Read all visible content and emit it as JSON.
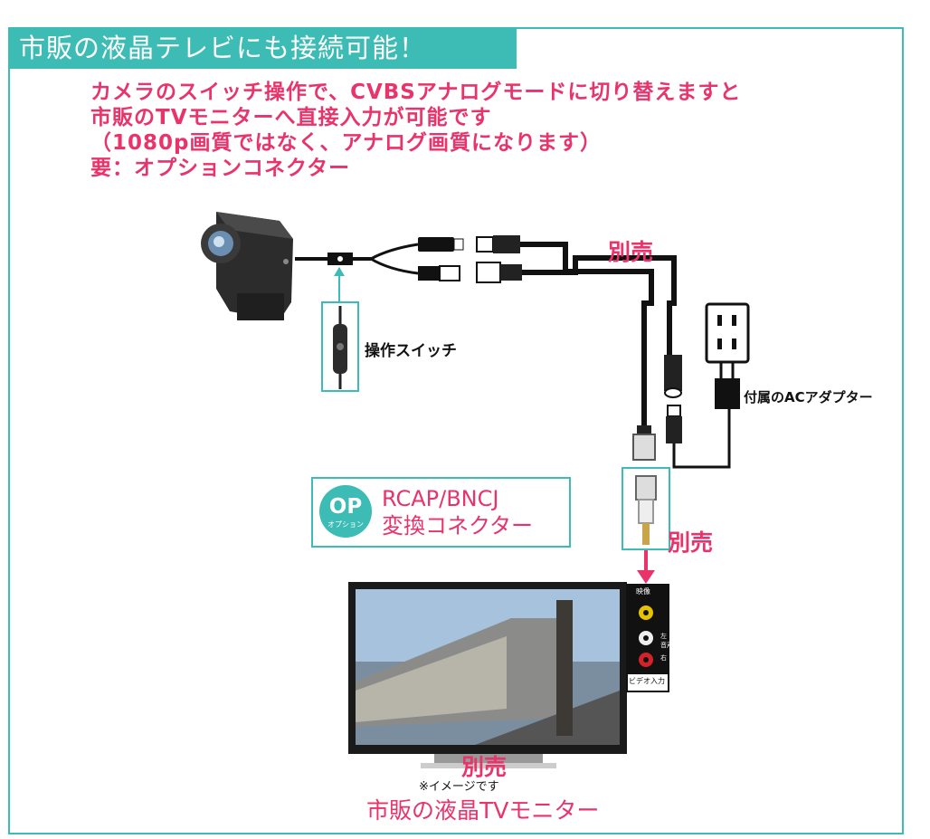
{
  "header": {
    "title": "市販の液晶テレビにも接続可能！"
  },
  "description": {
    "line1": "カメラのスイッチ操作で、CVBSアナログモードに切り替えますと",
    "line2": "市販のTVモニターへ直接入力が可能です",
    "line3": "（1080p画質ではなく、アナログ画質になります）",
    "line4": "要：オプションコネクター"
  },
  "labels": {
    "sold_separately_cable": "別売",
    "switch": "操作スイッチ",
    "ac_adapter": "付属のACアダプター",
    "sold_separately_connector": "別売",
    "sold_separately_tv": "別売"
  },
  "option": {
    "badge_big": "OP",
    "badge_small": "オプション",
    "name_line1": "RCAP/BNCJ",
    "name_line2": "変換コネクター"
  },
  "tv_panel": {
    "video_label": "映像",
    "audio_label": "音声",
    "left_label": "左",
    "right_label": "右",
    "input_label": "ビデオ入力"
  },
  "caption": {
    "note": "※イメージです",
    "title": "市販の液晶TVモニター"
  },
  "colors": {
    "teal": "#3cbcb4",
    "pink": "#e8336b",
    "cable": "#111111"
  }
}
